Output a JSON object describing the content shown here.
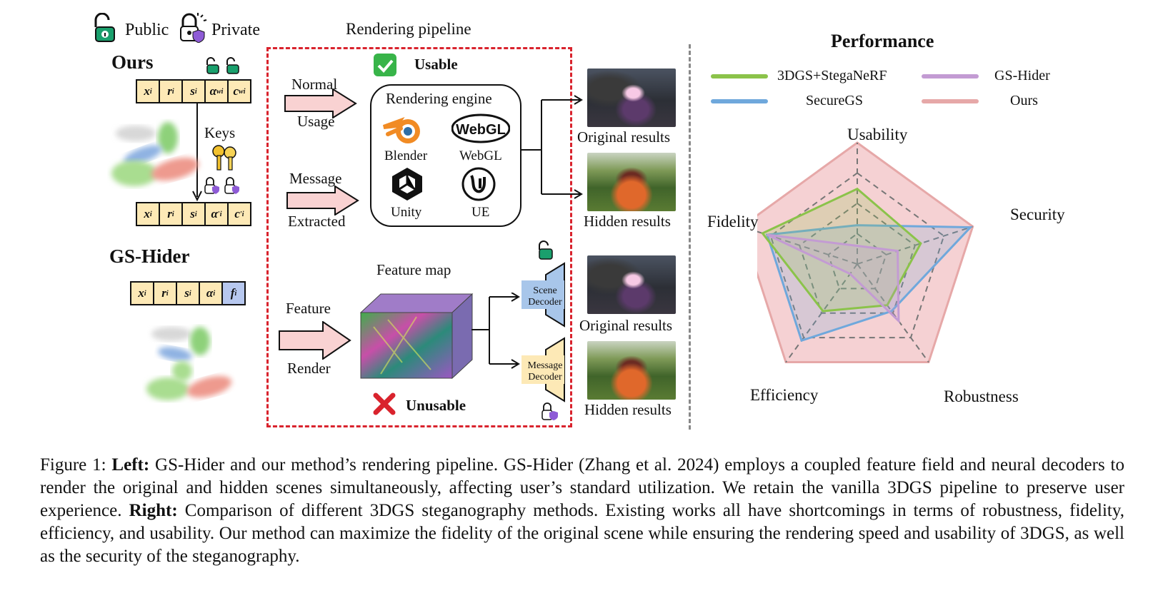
{
  "legend_access": {
    "public_label": "Public",
    "private_label": "Private"
  },
  "left_panel": {
    "ours_title": "Ours",
    "keys_label": "Keys",
    "gshider_title": "GS-Hider",
    "ours_tuple_top": [
      "x",
      "r",
      "s",
      "α",
      "c"
    ],
    "ours_tuple_top_sub": [
      "i",
      "i",
      "i",
      "i",
      "i"
    ],
    "ours_tuple_top_sup": [
      "",
      "",
      "",
      "w",
      "w"
    ],
    "ours_tuple_bottom": [
      "x",
      "r",
      "s",
      "α",
      "c"
    ],
    "ours_tuple_bottom_sub": [
      "i",
      "i",
      "i",
      "i",
      "i"
    ],
    "ours_tuple_bottom_sup": [
      "",
      "",
      "",
      "′",
      "′"
    ],
    "gshider_tuple": [
      "x",
      "r",
      "s",
      "α",
      "f"
    ],
    "gshider_tuple_sub": [
      "i",
      "i",
      "i",
      "i",
      "i"
    ]
  },
  "pipeline": {
    "title": "Rendering pipeline",
    "usable_label": "Usable",
    "unusable_label": "Unusable",
    "normal_top": "Normal",
    "normal_bottom": "Usage",
    "message_top": "Message",
    "message_bottom": "Extracted",
    "feature_top": "Feature",
    "feature_bottom": "Render",
    "engine_title": "Rendering engine",
    "engines": [
      "Blender",
      "WebGL",
      "Unity",
      "UE"
    ],
    "webgl_logo": "WebGL",
    "feature_map_label": "Feature map",
    "scene_decoder": [
      "Scene",
      "Decoder"
    ],
    "message_decoder": [
      "Message",
      "Decoder"
    ]
  },
  "results": {
    "original_1": "Original results",
    "hidden_1": "Hidden results",
    "original_2": "Original results",
    "hidden_2": "Hidden results"
  },
  "performance": {
    "title": "Performance",
    "legend": [
      "3DGS+StegaNeRF",
      "GS-Hider",
      "SecureGS",
      "Ours"
    ],
    "colors": {
      "3DGS+StegaNeRF": "#8bc34a",
      "GS-Hider": "#c39bd3",
      "SecureGS": "#6fa8dc",
      "Ours": "#e6a8a8"
    },
    "axes": [
      "Usability",
      "Security",
      "Robustness",
      "Efficiency",
      "Fidelity"
    ],
    "values": {
      "Ours": [
        1.0,
        1.0,
        1.0,
        1.0,
        1.0
      ],
      "3DGS+StegaNeRF": [
        0.62,
        0.55,
        0.42,
        0.48,
        0.82
      ],
      "SecureGS": [
        0.32,
        0.98,
        0.48,
        0.78,
        0.78
      ],
      "GS-Hider": [
        0.15,
        0.35,
        0.58,
        0.1,
        0.78
      ]
    }
  },
  "caption": {
    "prefix": "Figure 1: ",
    "left_bold": "Left:",
    "left_text": " GS-Hider and our method’s rendering pipeline. GS-Hider (Zhang et al. 2024) employs a coupled feature field and neural decoders to render the original and hidden scenes simultaneously, affecting user’s standard utilization. We retain the vanilla 3DGS pipeline to preserve user experience. ",
    "right_bold": "Right:",
    "right_text": " Comparison of different 3DGS steganography methods. Existing works all have shortcomings in terms of robustness, fidelity, efficiency, and usability. Our method can maximize the fidelity of the original scene while ensuring the rendering speed and usability of 3DGS, as well as the security of the steganography."
  }
}
